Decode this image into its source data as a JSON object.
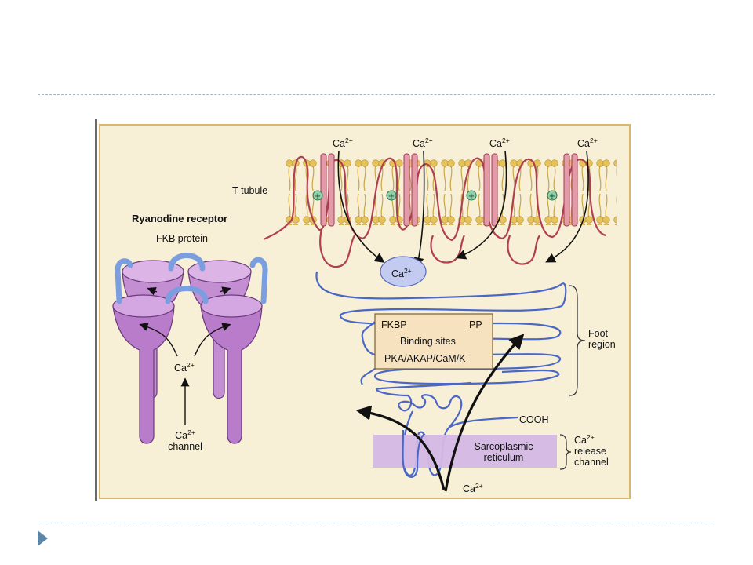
{
  "slide": {
    "figure": {
      "title": "Ryanodine receptor",
      "fkb_protein": "FKB protein",
      "t_tubule": "T-tubule",
      "ca_base": "Ca",
      "ca_charge": "2+",
      "ca_channel": "channel",
      "binding_box": {
        "fkbp": "FKBP",
        "pp": "PP",
        "binding_sites": "Binding sites",
        "kinases": "PKA/AKAP/CaM/K"
      },
      "foot_region_line1": "Foot",
      "foot_region_line2": "region",
      "cooh": "COOH",
      "sr_line1": "Sarcoplasmic",
      "sr_line2": "reticulum",
      "release_line1": "release",
      "release_line2": "channel"
    }
  },
  "colors": {
    "panel_bg": "#f7efd6",
    "panel_border": "#d8b76a",
    "membrane_head": "#e6c25a",
    "channel_pink": "#e49aa8",
    "strand_red": "#b0404f",
    "strand_blue": "#4a67c7",
    "receptor_purple": "#c48fd2",
    "fkb_blue": "#7a9ee0",
    "sr_band": "#d4b8e6"
  }
}
